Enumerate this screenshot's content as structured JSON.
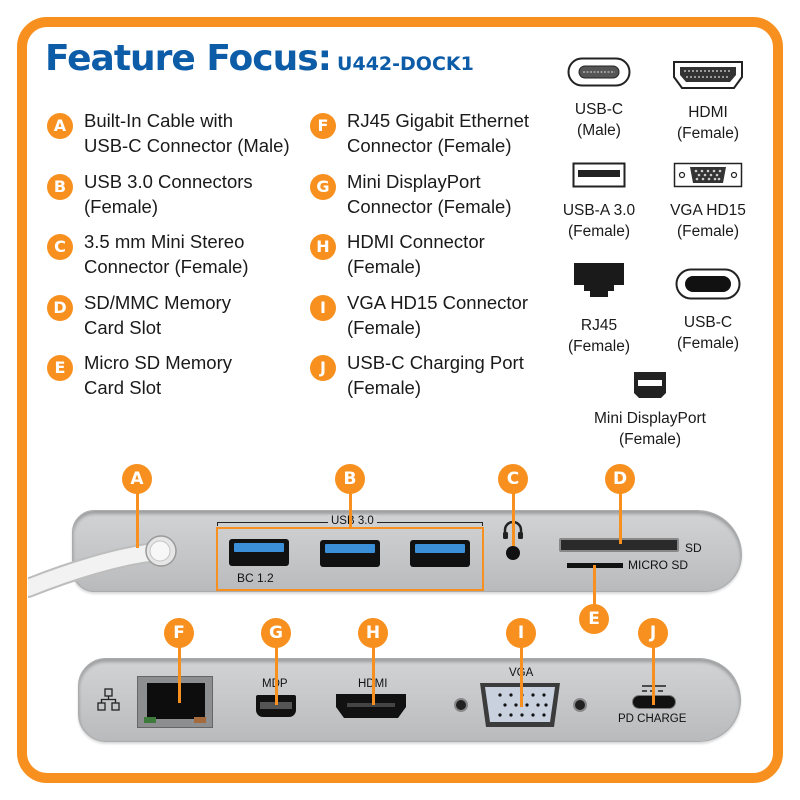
{
  "title": {
    "main": "Feature Focus:",
    "model": "U442-DOCK1"
  },
  "colors": {
    "accent": "#f7901e",
    "title_blue": "#0d5ca8"
  },
  "features": [
    {
      "letter": "A",
      "text": "Built-In Cable with\nUSB-C Connector (Male)"
    },
    {
      "letter": "B",
      "text": "USB 3.0 Connectors\n(Female)"
    },
    {
      "letter": "C",
      "text": "3.5 mm Mini Stereo\nConnector (Female)"
    },
    {
      "letter": "D",
      "text": "SD/MMC Memory\nCard Slot"
    },
    {
      "letter": "E",
      "text": "Micro SD Memory\nCard Slot"
    },
    {
      "letter": "F",
      "text": "RJ45 Gigabit Ethernet\nConnector (Female)"
    },
    {
      "letter": "G",
      "text": "Mini DisplayPort\nConnector (Female)"
    },
    {
      "letter": "H",
      "text": "HDMI Connector\n(Female)"
    },
    {
      "letter": "I",
      "text": "VGA HD15 Connector\n(Female)"
    },
    {
      "letter": "J",
      "text": "USB-C Charging Port\n(Female)"
    }
  ],
  "legend": [
    {
      "icon": "usb-c-male-icon",
      "label": "USB-C\n(Male)"
    },
    {
      "icon": "hdmi-icon",
      "label": "HDMI\n(Female)"
    },
    {
      "icon": "usb-a-icon",
      "label": "USB-A 3.0\n(Female)"
    },
    {
      "icon": "vga-icon",
      "label": "VGA HD15\n(Female)"
    },
    {
      "icon": "rj45-icon",
      "label": "RJ45\n(Female)"
    },
    {
      "icon": "usb-c-female-icon",
      "label": "USB-C\n(Female)"
    },
    {
      "icon": "mini-displayport-icon",
      "label": "Mini DisplayPort\n(Female)"
    }
  ],
  "device": {
    "top_labels": {
      "usb_group": "USB 3.0",
      "bc": "BC 1.2",
      "sd": "SD",
      "micro_sd": "MICRO SD"
    },
    "bottom_labels": {
      "mdp": "MDP",
      "hdmi": "HDMI",
      "vga": "VGA",
      "pd": "PD CHARGE"
    },
    "callouts": [
      "A",
      "B",
      "C",
      "D",
      "E",
      "F",
      "G",
      "H",
      "I",
      "J"
    ]
  }
}
